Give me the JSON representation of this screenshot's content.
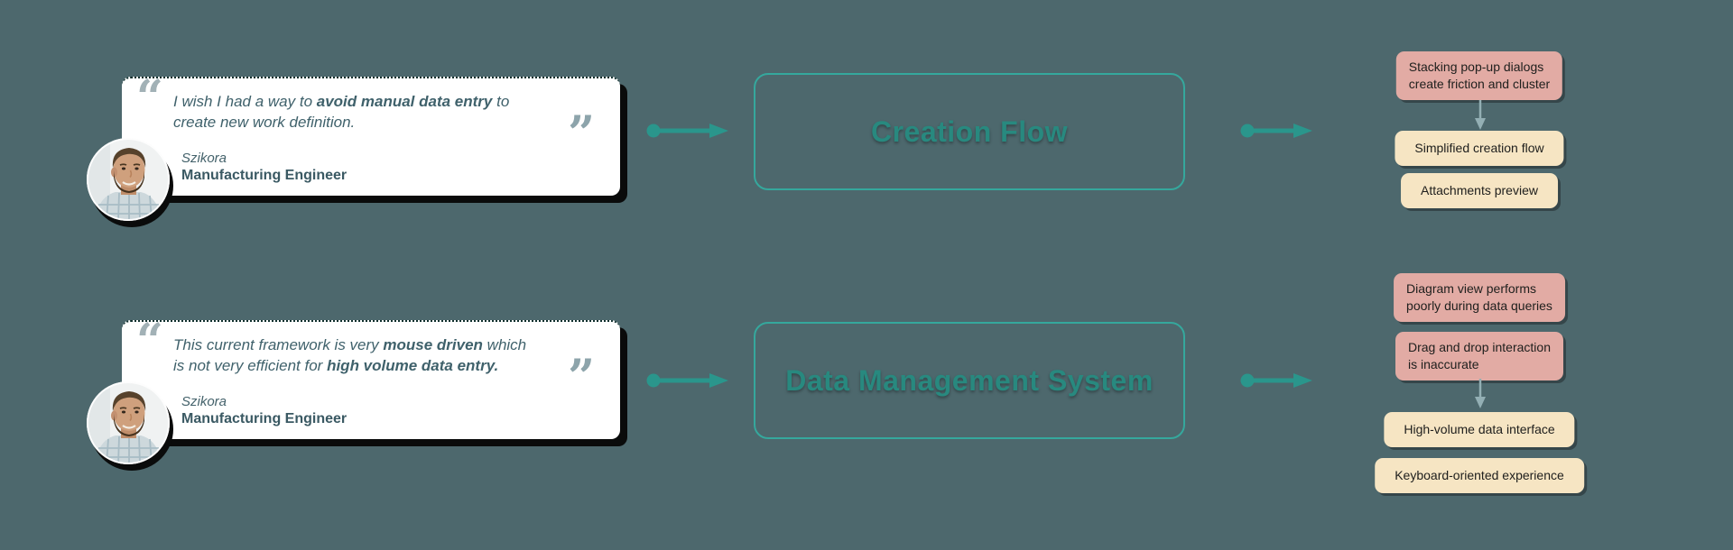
{
  "colors": {
    "background": "#4d686d",
    "system_teal_border": "#35a89d",
    "system_teal_label": "#28897f",
    "arrow_teal": "#2a968c",
    "down_arrow_gray_teal": "#93afb4",
    "problem_chip_pink": "#e2aba4",
    "solution_chip_cream": "#f6e5c3",
    "card_white": "#ffffff",
    "quote_text": "#3f616b"
  },
  "rows": [
    {
      "quote": {
        "open_mark": "“",
        "close_mark": "”",
        "p0": "I wish I had a way to ",
        "p1": "avoid manual data entry",
        "p2": " to\ncreate new work definition.",
        "author": "Szikora",
        "role": "Manufacturing Engineer"
      },
      "system_label": "Creation Flow",
      "problems": [
        "Stacking pop-up dialogs\ncreate friction and cluster"
      ],
      "solutions": [
        "Simplified creation flow",
        "Attachments preview"
      ]
    },
    {
      "quote": {
        "open_mark": "“",
        "close_mark": "”",
        "p0": "This current framework is very ",
        "p1": "mouse driven",
        "p2": " which\nis not very efficient for ",
        "p3": "high volume data entry.",
        "author": "Szikora",
        "role": "Manufacturing Engineer"
      },
      "system_label": "Data Management System",
      "problems": [
        "Diagram view performs\npoorly during data queries",
        "Drag and drop interaction\nis inaccurate"
      ],
      "solutions": [
        "High-volume data interface",
        "Keyboard-oriented experience"
      ]
    }
  ]
}
